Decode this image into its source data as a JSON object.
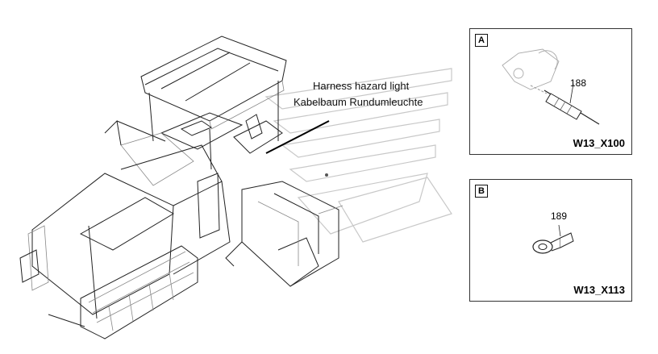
{
  "callout": {
    "line1": "Harness hazard light",
    "line2": "Kabelbaum Rundumleuchte"
  },
  "detail_a": {
    "letter": "A",
    "part_number": "188",
    "connector_code": "W13_X100"
  },
  "detail_b": {
    "letter": "B",
    "part_number": "189",
    "connector_code": "W13_X113"
  },
  "icons": {
    "machine": "asphalt-paver-icon",
    "connector_a": "plug-connector-icon",
    "connector_b": "ring-terminal-icon"
  }
}
